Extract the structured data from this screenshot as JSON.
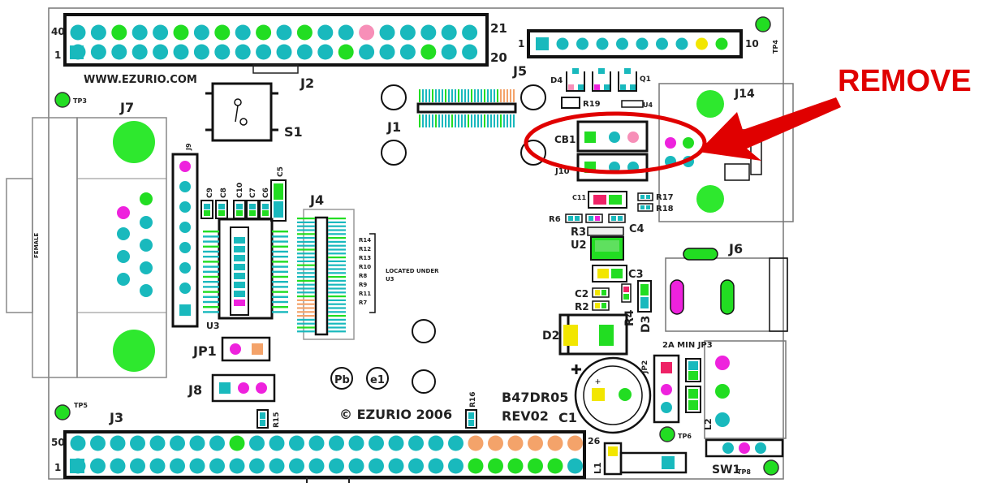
{
  "board": {
    "url": "WWW.EZURIO.COM",
    "copyright": "© EZURIO 2006",
    "part_number": "B47DR05",
    "revision": "REV02",
    "located_under": [
      "LOCATED UNDER",
      "U3"
    ],
    "female": "FEMALE"
  },
  "callout": {
    "text": "REMOVE",
    "color": "#e00000"
  },
  "headers": {
    "j2_top_left": "40",
    "j2_top_right": "21",
    "j2_bot_left": "1",
    "j2_bot_right": "20",
    "j5_left": "1",
    "j5_right": "10",
    "j3_top_left": "50",
    "j3_top_right": "26",
    "j3_bot_left": "1"
  },
  "labels": {
    "J1": "J1",
    "J2": "J2",
    "J3": "J3",
    "J4": "J4",
    "J5": "J5",
    "J6": "J6",
    "J7": "J7",
    "J8": "J8",
    "J9": "J9",
    "J10": "J10",
    "J14": "J14",
    "S1": "S1",
    "SW1": "SW1",
    "JP1": "JP1",
    "JP2": "JP2",
    "JP3": "2A MIN JP3",
    "U2": "U2",
    "U3": "U3",
    "U4": "U4",
    "CB1": "CB1",
    "C1": "C1",
    "C2": "C2",
    "C3": "C3",
    "C4": "C4",
    "C5": "C5",
    "C6": "C6",
    "C7": "C7",
    "C8": "C8",
    "C9": "C9",
    "C10": "C10",
    "C11": "C11",
    "D2": "D2",
    "D3": "D3",
    "D4": "D4",
    "Q1": "Q1",
    "R2": "R2",
    "R3": "R3",
    "R4": "R4",
    "R6": "R6",
    "R15": "R15",
    "R16": "R16",
    "R17": "R17",
    "R18": "R18",
    "R19": "R19",
    "L1": "L1",
    "L2": "L2",
    "TP3": "TP3",
    "TP4": "TP4",
    "TP5": "TP5",
    "TP6": "TP6",
    "TP8": "TP8",
    "pb": "Pb",
    "e1": "e1",
    "rlist": [
      "R14",
      "R12",
      "R13",
      "R10",
      "R8",
      "R9",
      "R11",
      "R7"
    ]
  },
  "colors": {
    "cyan": "#19b9bd",
    "green": "#22dd22",
    "pink": "#f78fb8",
    "magenta": "#ee22dd",
    "yellow": "#f2e600",
    "orange": "#f4a36a",
    "red": "#e00000"
  }
}
